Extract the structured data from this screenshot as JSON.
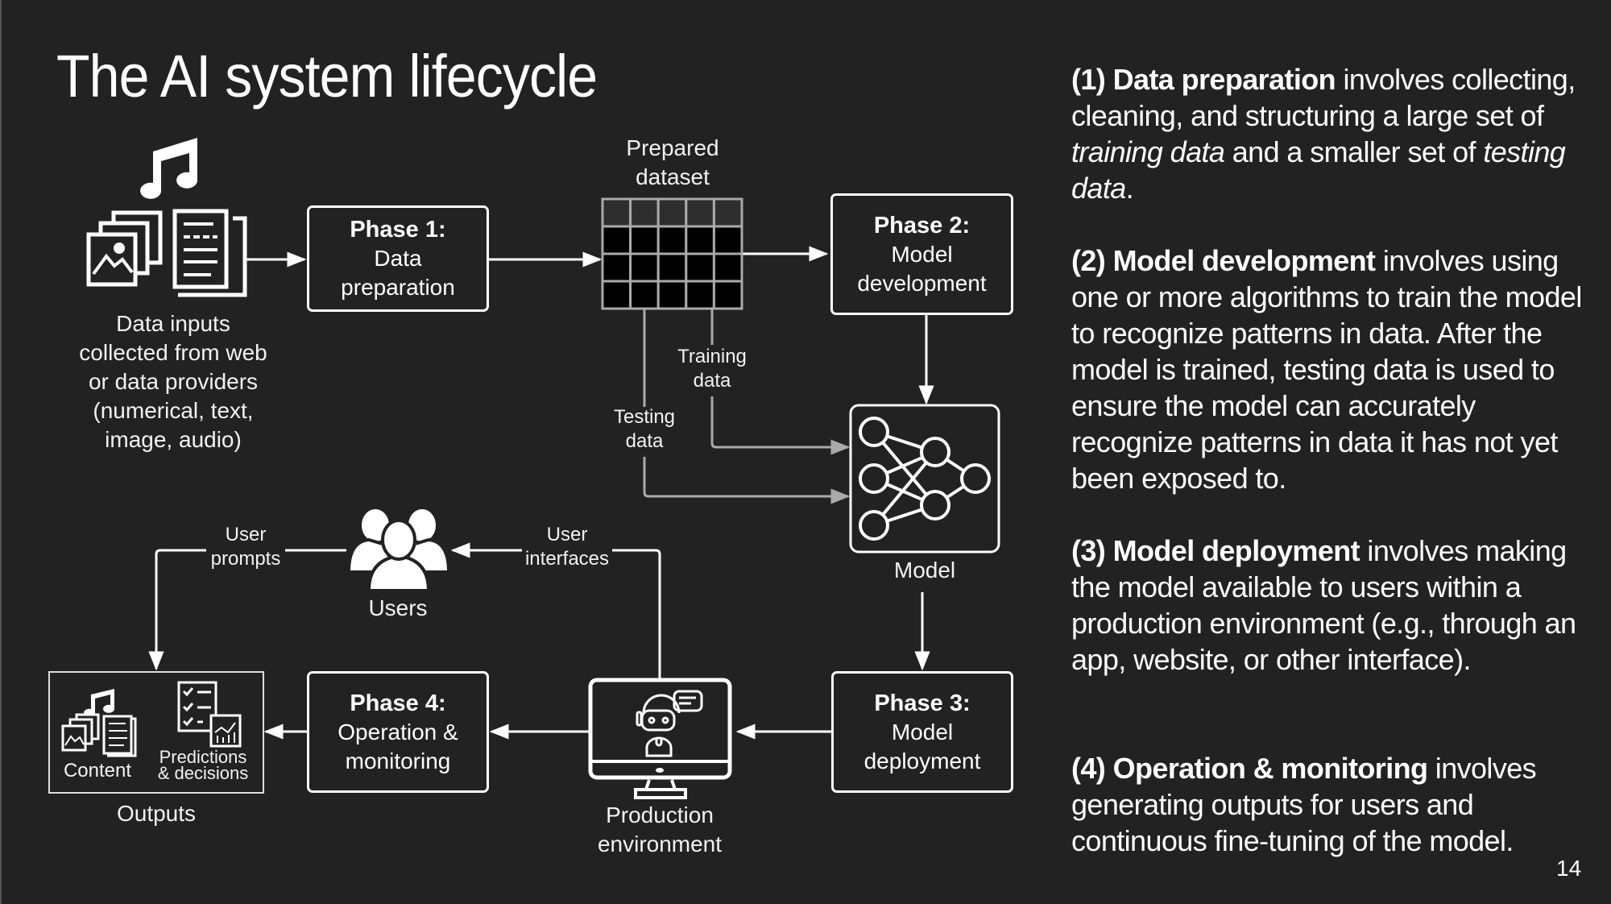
{
  "slide": {
    "title": "The AI system lifecycle",
    "page_number": "14"
  },
  "diagram": {
    "data_inputs": {
      "icon": "media-files-icon",
      "lines": [
        "Data inputs",
        "collected from web",
        "or data providers",
        "(numerical, text,",
        "image, audio)"
      ]
    },
    "phase1": {
      "phase": "Phase 1:",
      "name_lines": [
        "Data",
        "preparation"
      ]
    },
    "prepared_dataset": {
      "lines": [
        "Prepared",
        "dataset"
      ],
      "icon": "data-table-icon"
    },
    "phase2": {
      "phase": "Phase 2:",
      "name_lines": [
        "Model",
        "development"
      ]
    },
    "training_data": {
      "lines": [
        "Training",
        "data"
      ]
    },
    "testing_data": {
      "lines": [
        "Testing",
        "data"
      ]
    },
    "model": {
      "label": "Model",
      "icon": "neural-network-icon"
    },
    "phase3": {
      "phase": "Phase 3:",
      "name_lines": [
        "Model",
        "deployment"
      ]
    },
    "production": {
      "lines": [
        "Production",
        "environment"
      ],
      "icon": "monitor-chatbot-icon"
    },
    "phase4": {
      "phase": "Phase 4:",
      "name_lines": [
        "Operation &",
        "monitoring"
      ]
    },
    "outputs": {
      "label": "Outputs",
      "content_label": "Content",
      "predictions_lines": [
        "Predictions",
        "& decisions"
      ]
    },
    "users": {
      "label": "Users",
      "icon": "users-group-icon"
    },
    "user_prompts": {
      "lines": [
        "User",
        "prompts"
      ]
    },
    "user_interfaces": {
      "lines": [
        "User",
        "interfaces"
      ]
    }
  },
  "descriptions": [
    {
      "number": "(1)",
      "heading": "Data preparation",
      "parts": [
        {
          "text": " involves collecting, cleaning, and structuring a large set of ",
          "style": "normal"
        },
        {
          "text": "training data",
          "style": "italic"
        },
        {
          "text": " and a smaller set of ",
          "style": "normal"
        },
        {
          "text": "testing data",
          "style": "italic"
        },
        {
          "text": ".",
          "style": "normal"
        }
      ]
    },
    {
      "number": "(2)",
      "heading": "Model development",
      "parts": [
        {
          "text": " involves using one or more algorithms to train the model to recognize patterns in data. After the model is trained, testing data is used to ensure the model can accurately recognize patterns in data it has not yet been exposed to.",
          "style": "normal"
        }
      ]
    },
    {
      "number": "(3)",
      "heading": "Model deployment",
      "parts": [
        {
          "text": " involves making the model available to users within a production environment (e.g., through an app, website, or other interface).",
          "style": "normal"
        }
      ]
    },
    {
      "number": "(4)",
      "heading": "Operation & monitoring",
      "parts": [
        {
          "text": " involves generating outputs for users and continuous fine-tuning of the model.",
          "style": "normal"
        }
      ]
    }
  ],
  "colors": {
    "background": "#222222",
    "foreground": "#ffffff",
    "secondary_line": "#aaaaaa",
    "table_cell": "#000000",
    "table_header": "#2e2e2e"
  }
}
